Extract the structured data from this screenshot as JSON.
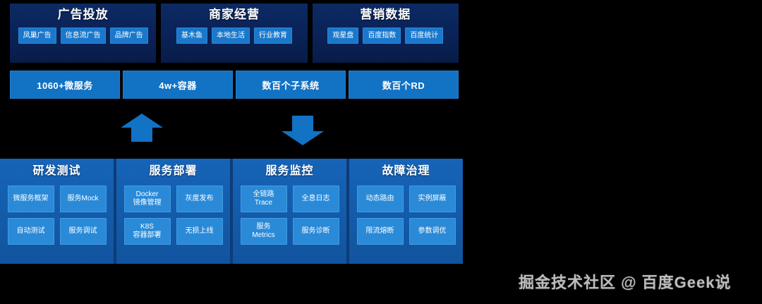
{
  "background_color": "#000000",
  "colors": {
    "panel_dark_navy": "#0c2a63",
    "panel_mid_blue": "#1664b8",
    "chip_blue": "#1a78cc",
    "cap_chip_blue": "#2a8ad8",
    "metric_bar_blue": "#1272c4",
    "bottom_container_blue": "#0d3c78",
    "arrow_blue": "#1272c4",
    "text_white": "#ffffff",
    "watermark_gray": "#d8d8d8"
  },
  "business_domains": [
    {
      "title": "广告投放",
      "chips": [
        "凤巢广告",
        "信息流广告",
        "品牌广告"
      ]
    },
    {
      "title": "商家经营",
      "chips": [
        "基木鱼",
        "本地生活",
        "行业教育"
      ]
    },
    {
      "title": "营销数据",
      "chips": [
        "观星盘",
        "百度指数",
        "百度统计"
      ]
    }
  ],
  "scale_metrics": [
    "1060+微服务",
    "4w+容器",
    "数百个子系统",
    "数百个RD"
  ],
  "arrows": [
    {
      "name": "arrow-up-icon",
      "direction": "up"
    },
    {
      "name": "arrow-down-icon",
      "direction": "down"
    }
  ],
  "platform_capabilities": [
    {
      "title": "研发测试",
      "chips": [
        "微服务框架",
        "服务Mock",
        "自动测试",
        "服务调试"
      ]
    },
    {
      "title": "服务部署",
      "chips": [
        "Docker\n镜像管理",
        "灰度发布",
        "K8S\n容器部署",
        "无损上线"
      ]
    },
    {
      "title": "服务监控",
      "chips": [
        "全链路\nTrace",
        "全息日志",
        "服务\nMetrics",
        "服务诊断"
      ]
    },
    {
      "title": "故障治理",
      "chips": [
        "动态路由",
        "实例屏蔽",
        "限流熔断",
        "参数调优"
      ]
    }
  ],
  "watermark": "掘金技术社区 @ 百度Geek说"
}
